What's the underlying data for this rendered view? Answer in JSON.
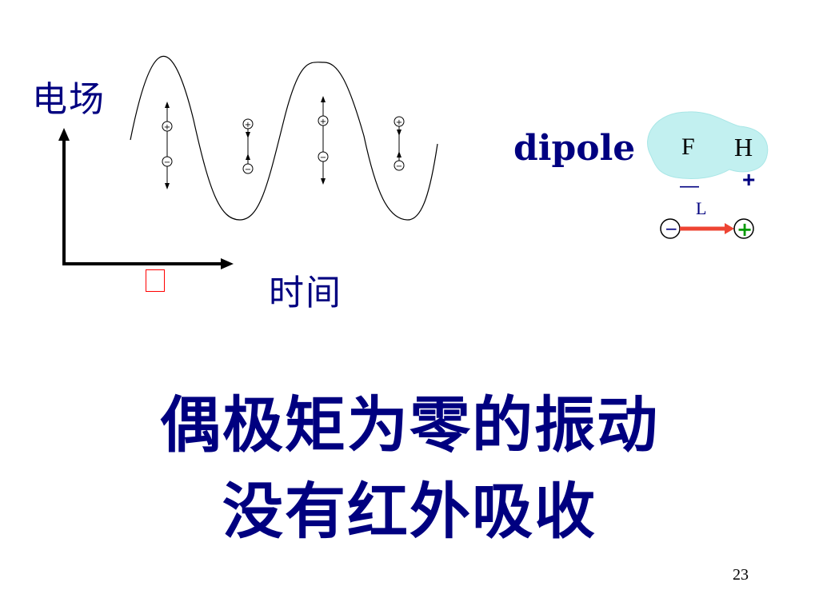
{
  "diagram": {
    "y_axis_label": "电场",
    "x_axis_label": "时间",
    "missing_glyph": "",
    "dipole_label": "dipole",
    "molecule": {
      "atom_left": "F",
      "atom_right": "H",
      "charge_left": "—",
      "charge_right": "+",
      "bond_label": "L",
      "pole_negative": "−",
      "pole_positive": "+",
      "fill_color": "#c2f0f0",
      "arrow_color": "#ee4433",
      "positive_color": "#009900"
    },
    "dipoles": [
      {
        "top": "+",
        "bottom": "−"
      },
      {
        "top": "+",
        "bottom": "−"
      },
      {
        "top": "+",
        "bottom": "−"
      },
      {
        "top": "+",
        "bottom": "−"
      }
    ]
  },
  "text": {
    "line1": "偶极矩为零的振动",
    "line2": "没有红外吸收"
  },
  "footer": {
    "page_number": "23"
  },
  "colors": {
    "heading": "#000080"
  }
}
